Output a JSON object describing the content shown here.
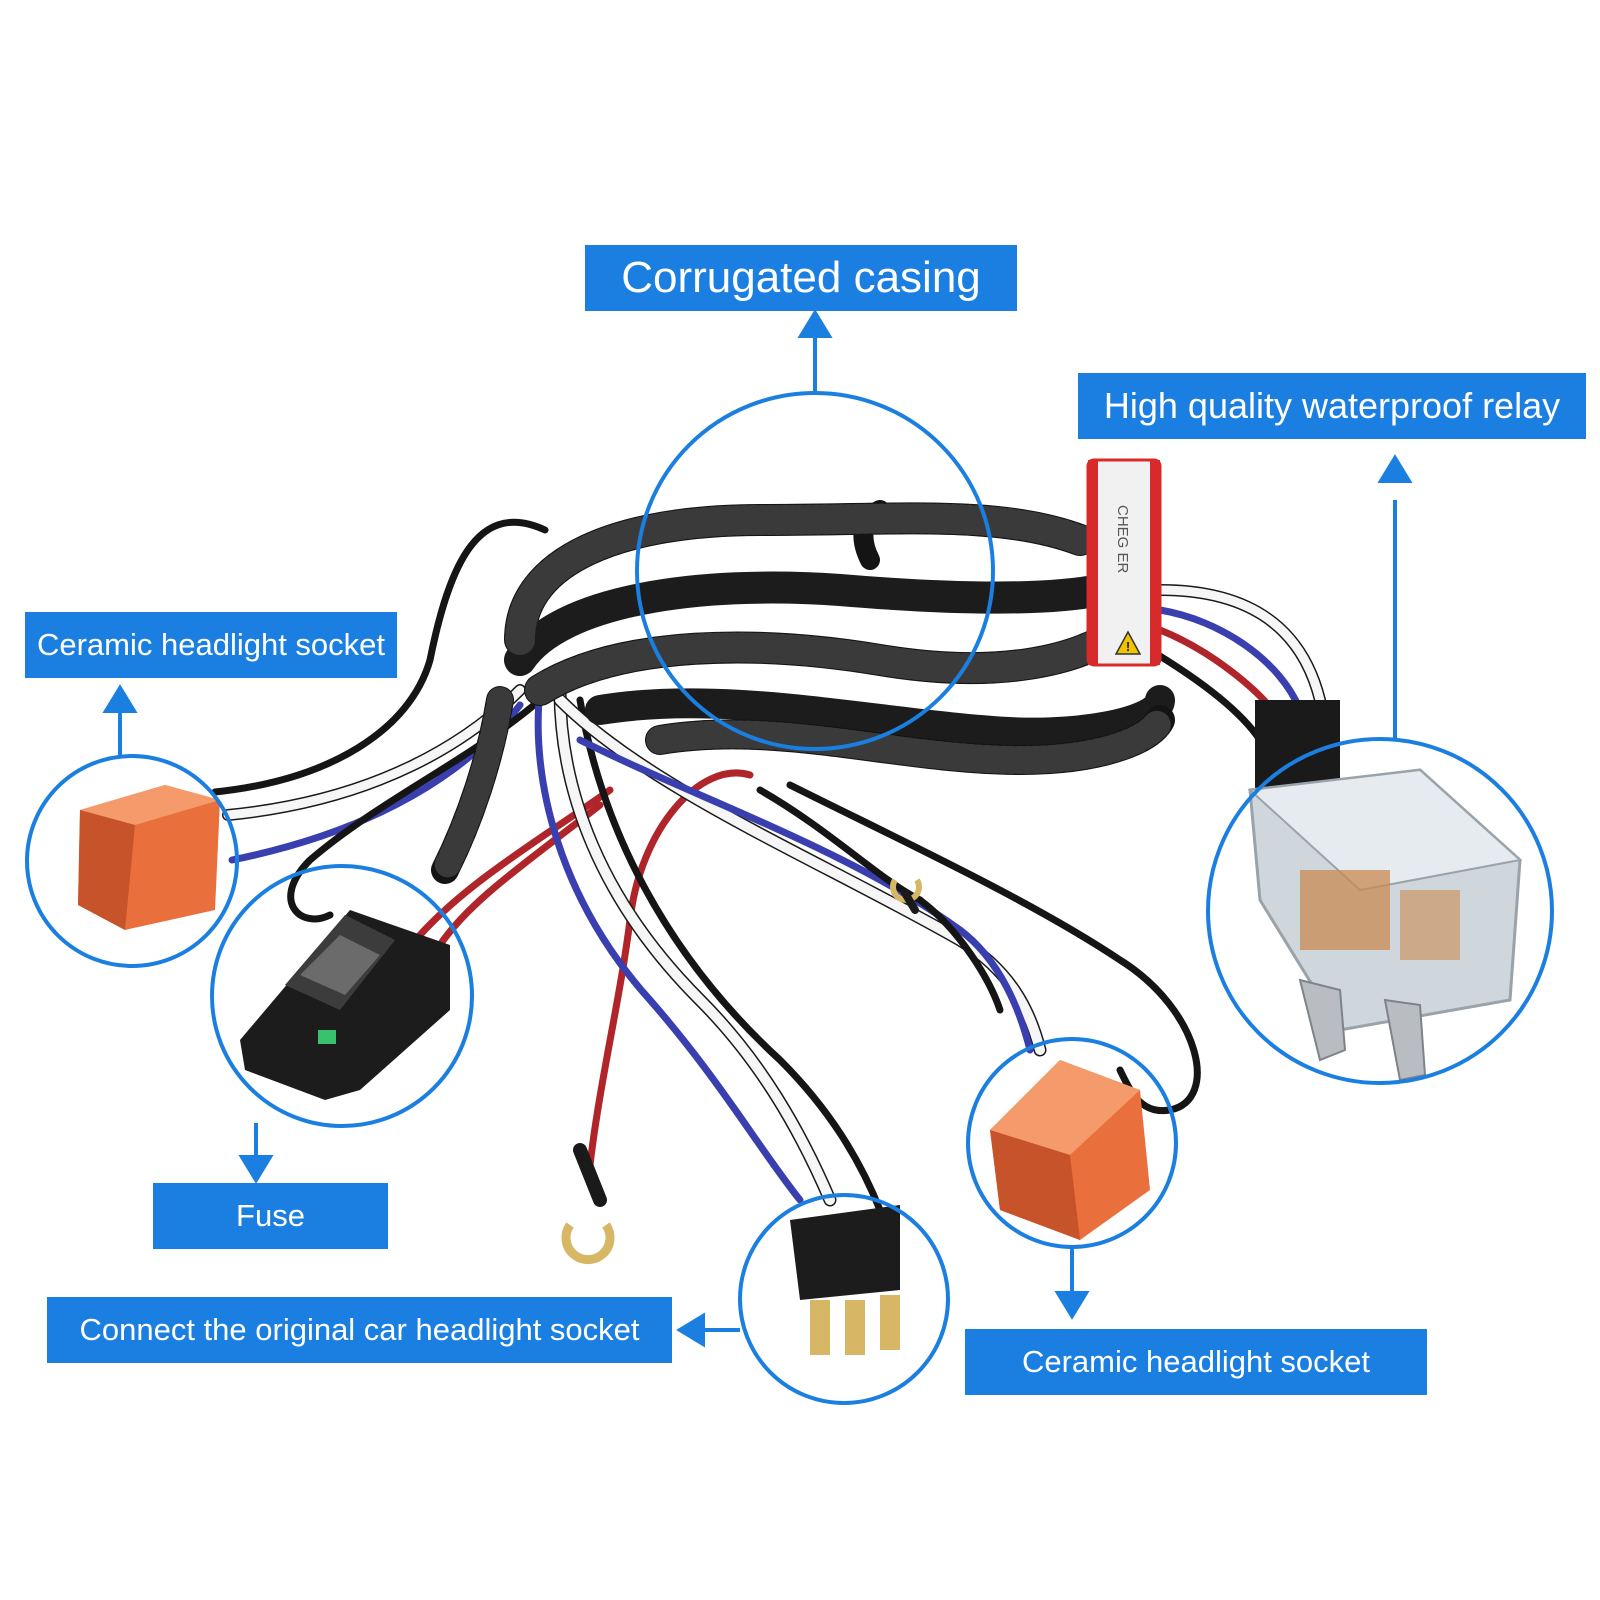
{
  "labels": {
    "corrugated_casing": "Corrugated casing",
    "waterproof_relay": "High quality waterproof relay",
    "ceramic_socket_left": "Ceramic headlight socket",
    "fuse": "Fuse",
    "original_socket": "Connect the original car headlight socket",
    "ceramic_socket_right": "Ceramic headlight socket"
  },
  "product_print": {
    "sleeve_text": "CHEG   ER"
  },
  "colors": {
    "label_bg": "#1a7fe0",
    "label_text": "#ffffff",
    "callout_line": "#1a7fe0",
    "casing": "#1b1b1b",
    "wire_blue": "#3a3fb0",
    "wire_red": "#b0252a",
    "wire_white": "#f4f4f4",
    "ceramic_orange": "#e96f3c"
  },
  "icons": [
    "arrow-up-icon",
    "arrow-down-icon",
    "arrow-left-icon",
    "warning-triangle-icon"
  ]
}
